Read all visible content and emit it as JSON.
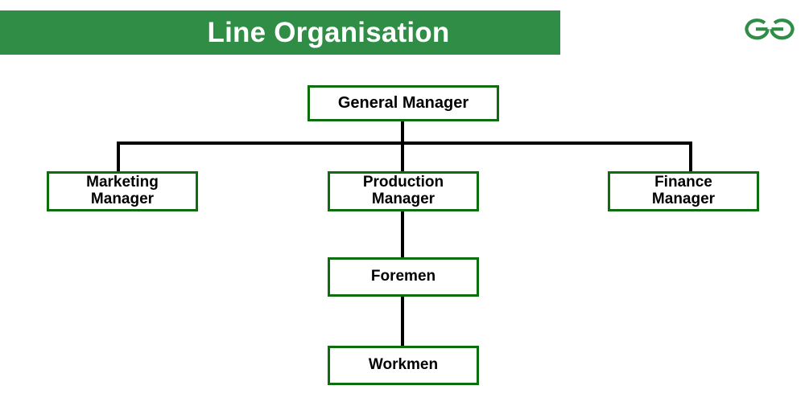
{
  "header": {
    "title": "Line Organisation",
    "banner_color": "#308d46",
    "title_color": "#ffffff",
    "logo_name": "geeksforgeeks-logo",
    "logo_color": "#2f8d46"
  },
  "theme": {
    "background": "#ffffff",
    "node_border": "#0d6e0d",
    "node_fill": "#ffffff",
    "node_text": "#000000",
    "connector": "#000000"
  },
  "chart_data": {
    "type": "diagram",
    "diagram_kind": "organisation-chart",
    "title": "Line Organisation",
    "nodes": [
      {
        "id": "general-manager",
        "label": "General Manager",
        "level": 0
      },
      {
        "id": "marketing-manager",
        "label": "Marketing\nManager",
        "level": 1
      },
      {
        "id": "production-manager",
        "label": "Production\nManager",
        "level": 1
      },
      {
        "id": "finance-manager",
        "label": "Finance\nManager",
        "level": 1
      },
      {
        "id": "foremen",
        "label": "Foremen",
        "level": 2
      },
      {
        "id": "workmen",
        "label": "Workmen",
        "level": 3
      }
    ],
    "edges": [
      {
        "from": "general-manager",
        "to": "marketing-manager"
      },
      {
        "from": "general-manager",
        "to": "production-manager"
      },
      {
        "from": "general-manager",
        "to": "finance-manager"
      },
      {
        "from": "production-manager",
        "to": "foremen"
      },
      {
        "from": "foremen",
        "to": "workmen"
      }
    ]
  }
}
